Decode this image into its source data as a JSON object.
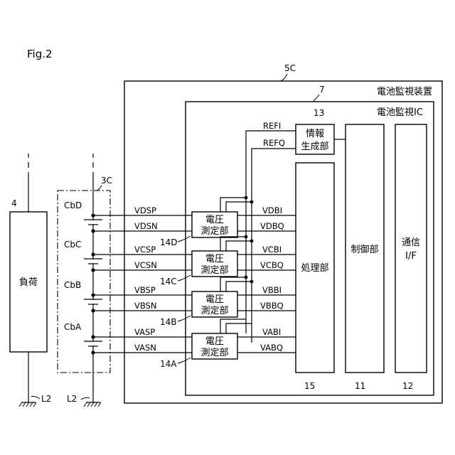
{
  "figure_label": "Fig.2",
  "device": {
    "ref": "5C",
    "name": "電池監視装置"
  },
  "ic": {
    "ref": "7",
    "name": "電池監視IC"
  },
  "info_block": {
    "ref": "13",
    "line1": "情報",
    "line2": "生成部"
  },
  "ref_signals": {
    "refi": "REFI",
    "refq": "REFQ"
  },
  "processor": {
    "ref": "15",
    "name": "処理部"
  },
  "controller": {
    "ref": "11",
    "name": "制御部"
  },
  "comm_if": {
    "ref": "12",
    "line1": "通信",
    "line2": "I/F"
  },
  "battery": {
    "ref": "3C"
  },
  "load": {
    "ref": "4",
    "name": "負荷"
  },
  "ground": {
    "left": "L2",
    "right": "L2"
  },
  "cells": [
    {
      "cell": "CbD",
      "p": "VDSP",
      "n": "VDSN",
      "oi": "VDBI",
      "oq": "VDBQ",
      "ref": "14D",
      "line1": "電圧",
      "line2": "測定部"
    },
    {
      "cell": "CbC",
      "p": "VCSP",
      "n": "VCSN",
      "oi": "VCBI",
      "oq": "VCBQ",
      "ref": "14C",
      "line1": "電圧",
      "line2": "測定部"
    },
    {
      "cell": "CbB",
      "p": "VBSP",
      "n": "VBSN",
      "oi": "VBBI",
      "oq": "VBBQ",
      "ref": "14B",
      "line1": "電圧",
      "line2": "測定部"
    },
    {
      "cell": "CbA",
      "p": "VASP",
      "n": "VASN",
      "oi": "VABI",
      "oq": "VABQ",
      "ref": "14A",
      "line1": "電圧",
      "line2": "測定部"
    }
  ]
}
